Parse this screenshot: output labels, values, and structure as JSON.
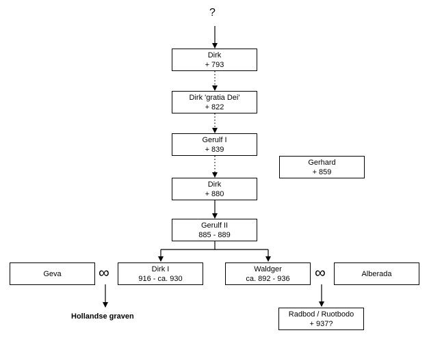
{
  "top_unknown": "?",
  "nodes": {
    "dirk1": {
      "line1": "Dirk",
      "line2": "+ 793"
    },
    "dirk2": {
      "line1": "Dirk 'gratia Dei'",
      "line2": "+ 822"
    },
    "gerulf1": {
      "line1": "Gerulf I",
      "line2": "+ 839"
    },
    "gerhard": {
      "line1": "Gerhard",
      "line2": "+ 859"
    },
    "dirk3": {
      "line1": "Dirk",
      "line2": "+ 880"
    },
    "gerulf2": {
      "line1": "Gerulf II",
      "line2": "885 - 889"
    },
    "geva": {
      "line1": "Geva"
    },
    "dirkI": {
      "line1": "Dirk I",
      "line2": "916 - ca. 930"
    },
    "waldger": {
      "line1": "Waldger",
      "line2": "ca. 892 - 936"
    },
    "alberada": {
      "line1": "Alberada"
    },
    "radbod": {
      "line1": "Radbod / Ruotbodo",
      "line2": "+ 937?"
    }
  },
  "marriage_symbol": "∞",
  "hollandse_label": "Hollandse graven"
}
